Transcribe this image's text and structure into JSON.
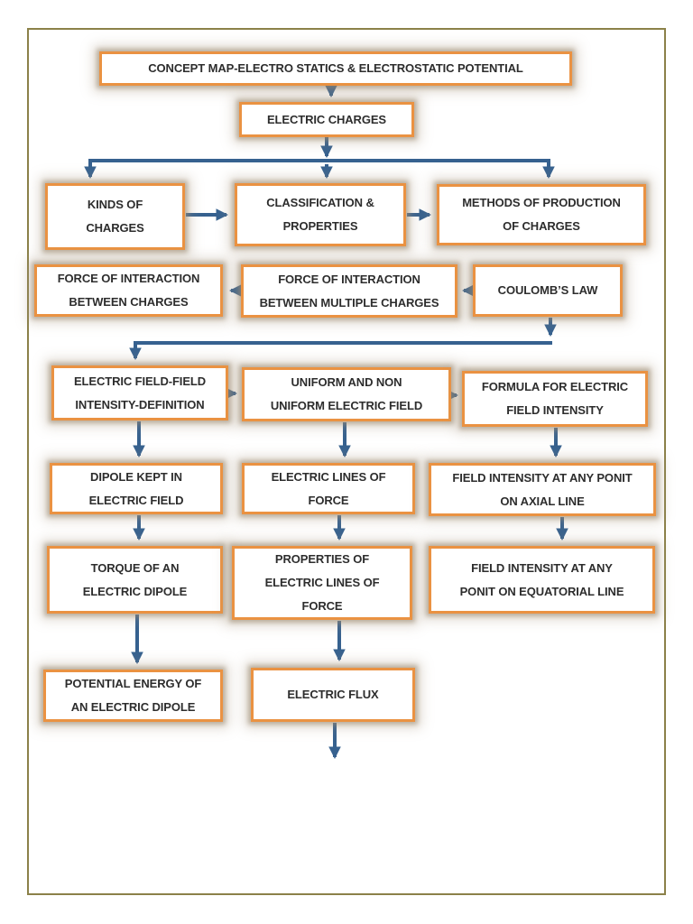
{
  "colors": {
    "box_border": "#EA9242",
    "frame": "#8B8149",
    "arrow": "#36618F",
    "text": "#2D2D2D",
    "background": "#FFFFFF"
  },
  "diagram": {
    "type": "concept-map-flowchart"
  },
  "nodes": {
    "title": "CONCEPT MAP-ELECTRO STATICS & ELECTROSTATIC POTENTIAL",
    "electric_charges": "ELECTRIC CHARGES",
    "kinds": [
      "KINDS OF",
      "CHARGES"
    ],
    "classification": [
      "CLASSIFICATION &",
      "PROPERTIES"
    ],
    "methods": [
      "METHODS OF PRODUCTION",
      "OF CHARGES"
    ],
    "force_between": [
      "FORCE OF INTERACTION",
      "BETWEEN CHARGES"
    ],
    "force_multiple": [
      "FORCE OF INTERACTION",
      "BETWEEN MULTIPLE CHARGES"
    ],
    "coulomb": "COULOMB’S LAW",
    "field_def": [
      "ELECTRIC FIELD-FIELD",
      "INTENSITY-DEFINITION"
    ],
    "uniform": [
      "UNIFORM AND NON",
      "UNIFORM ELECTRIC FIELD"
    ],
    "formula": [
      "FORMULA FOR ELECTRIC",
      "FIELD INTENSITY"
    ],
    "dipole_kept": [
      "DIPOLE KEPT IN",
      "ELECTRIC FIELD"
    ],
    "lines_force": [
      "ELECTRIC LINES OF",
      "FORCE"
    ],
    "axial": [
      "FIELD INTENSITY AT ANY PONIT",
      "ON AXIAL LINE"
    ],
    "torque": [
      "TORQUE OF AN",
      "ELECTRIC DIPOLE"
    ],
    "properties": [
      "PROPERTIES OF",
      "ELECTRIC LINES OF",
      "FORCE"
    ],
    "equatorial": [
      "FIELD INTENSITY AT ANY",
      "PONIT ON EQUATORIAL LINE"
    ],
    "potential_energy": [
      "POTENTIAL ENERGY OF",
      "AN ELECTRIC DIPOLE"
    ],
    "flux": "ELECTRIC FLUX"
  }
}
